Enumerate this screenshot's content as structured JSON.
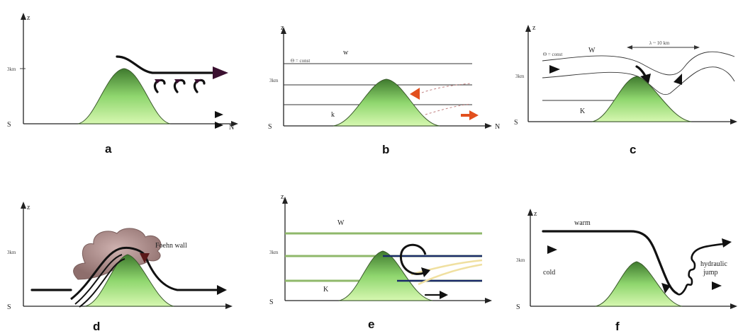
{
  "panels": [
    {
      "id": "a",
      "caption": "a",
      "z": "z",
      "height_mark": "3km",
      "south": "S",
      "north": "N"
    },
    {
      "id": "b",
      "caption": "b",
      "z": "z",
      "height_mark": "3km",
      "south": "S",
      "north": "N",
      "upper_layer": "w",
      "theta_label": "Θ = const",
      "lower_layer": "k"
    },
    {
      "id": "c",
      "caption": "c",
      "z": "z",
      "height_mark": "3km",
      "south": "S",
      "upper_layer": "W",
      "theta_label": "Θ = const",
      "lower_layer": "K",
      "wavelength": "λ ~ 10 km"
    },
    {
      "id": "d",
      "caption": "d",
      "z": "z",
      "height_mark": "3km",
      "south": "S",
      "foehn_wall": "Foehn wall"
    },
    {
      "id": "e",
      "caption": "e",
      "z": "z",
      "height_mark": "3km",
      "south": "S",
      "upper_layer": "W",
      "lower_layer": "K"
    },
    {
      "id": "f",
      "caption": "f",
      "z": "z",
      "height_mark": "3km",
      "south": "S",
      "warm": "warm",
      "cold": "cold",
      "jump_1": "hydraulic",
      "jump_2": "jump"
    }
  ],
  "colors": {
    "mountain_peak": "#3f7a2e",
    "mountain_base": "#c8ef9c",
    "arrow": "#111111",
    "dark_arrow": "#3a1030",
    "orange_arrow": "#e2501e",
    "green_layer": "#8fb86a",
    "cloud": "#9a7a78",
    "blue_flow": "#1a2a6a",
    "yellow_flow": "#f0e0a0"
  }
}
